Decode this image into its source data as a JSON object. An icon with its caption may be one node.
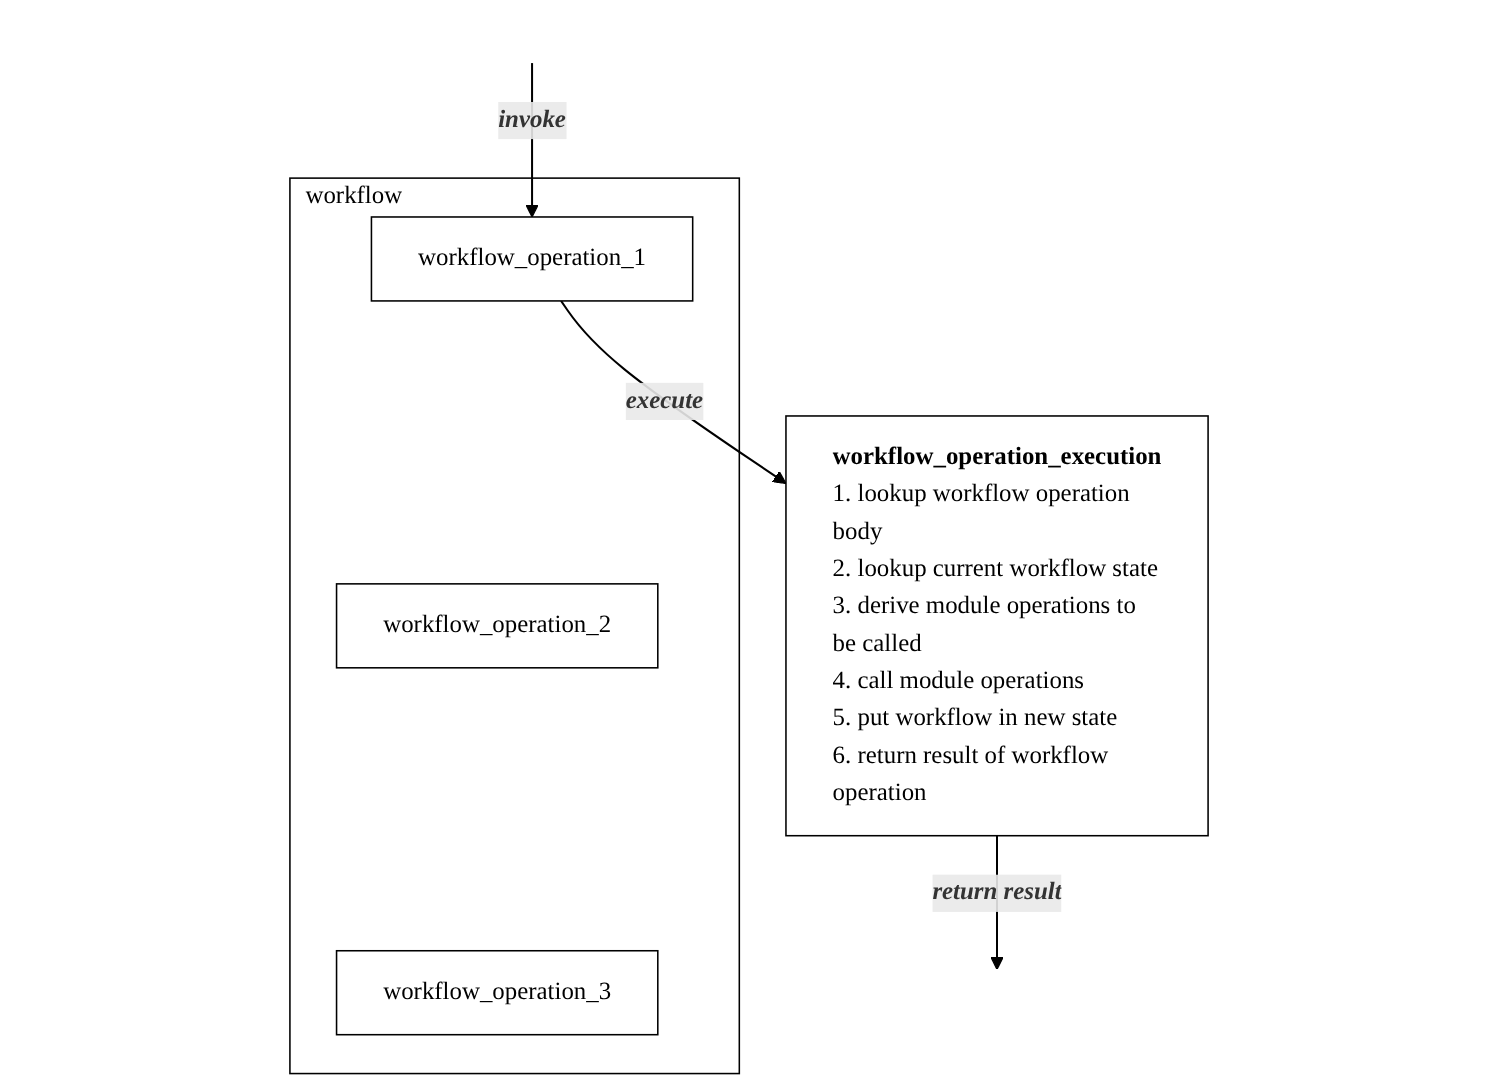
{
  "diagram": {
    "nodes": [
      {
        "text": [
          "workflow"
        ]
      },
      {
        "text": [
          "workflow_operation_1"
        ],
        "in": 0
      },
      {
        "text": [
          "workflow_operation_2"
        ],
        "in": 0
      },
      {
        "text": [
          "workflow_operation_3"
        ],
        "in": 0
      },
      {
        "text": [
          "workflow_operation_execution",
          "1. lookup workflow operation body",
          "2. lookup current workflow state",
          "3. derive module operations to be called",
          "4. call module operations",
          "5. put workflow in new state",
          "6. return result of workflow operation"
        ]
      }
    ],
    "edges": [
      {
        "from": null,
        "to": 1,
        "arrow": "to",
        "label": "invoke"
      },
      {
        "from": 1,
        "to": 4,
        "arrow": "to",
        "label": "execute"
      },
      {
        "from": 4,
        "to": null,
        "arrow": "to",
        "label": "return result"
      }
    ]
  }
}
